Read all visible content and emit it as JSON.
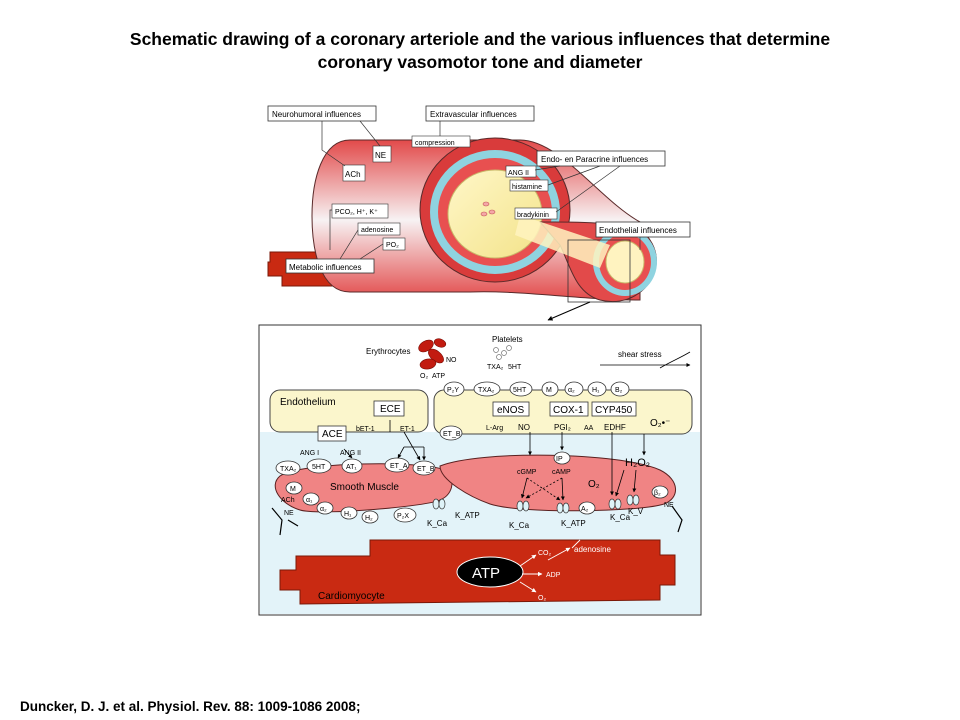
{
  "title_line1": "Schematic drawing of a coronary arteriole and the various influences that determine",
  "title_line2": "coronary vasomotor tone and diameter",
  "citation": "Duncker, D. J. et al. Physiol. Rev. 88: 1009-1086 2008;",
  "top": {
    "neurohumoral": "Neurohumoral influences",
    "extravascular": "Extravascular influences",
    "compression": "compression",
    "endo_paracrine": "Endo- en Paracrine influences",
    "ne": "NE",
    "ach": "ACh",
    "ang2": "ANG II",
    "histamine": "histamine",
    "bradykinin": "bradykinin",
    "endothelial": "Endothelial influences",
    "pco2": "PCO₂, H⁺, K⁺",
    "adenosine": "adenosine",
    "po2": "PO₂",
    "metabolic": "Metabolic influences"
  },
  "bottom": {
    "erythrocytes": "Erythrocytes",
    "platelets": "Platelets",
    "no": "NO",
    "o2": "O₂",
    "atp": "ATP",
    "txa2": "TXA₂",
    "5ht": "5HT",
    "shear_stress": "shear stress",
    "endothelium": "Endothelium",
    "ece": "ECE",
    "bet1": "bET-1",
    "et1": "ET-1",
    "ace": "ACE",
    "ang1": "ANG I",
    "ang2": "ANG II",
    "p2y": "P₂Y",
    "m": "M",
    "a2": "α₂",
    "h1": "H₁",
    "b2": "B₂",
    "enos": "eNOS",
    "cox1": "COX-1",
    "cyp450": "CYP450",
    "o2rad": "O₂•⁻",
    "etb": "ET_B",
    "larg": "L-Arg",
    "pgi2": "PGI₂",
    "aa": "AA",
    "edhf": "EDHF",
    "at1": "AT₁",
    "eta": "ET_A",
    "smooth_muscle": "Smooth Muscle",
    "ip": "IP",
    "cgmp": "cGMP",
    "camp": "cAMP",
    "h2o2": "H₂O₂",
    "ne": "NE",
    "ach": "ACh",
    "a1": "α₁",
    "b2r": "β₂",
    "h2": "H₂",
    "p2x": "P₂X",
    "kca": "K_Ca",
    "katp": "K_ATP",
    "a2r": "A₂",
    "kv": "K_V",
    "cardiomyocyte": "Cardiomyocyte",
    "atp_big": "ATP",
    "co2": "CO₂",
    "adp": "ADP",
    "adenosine": "adenosine"
  }
}
